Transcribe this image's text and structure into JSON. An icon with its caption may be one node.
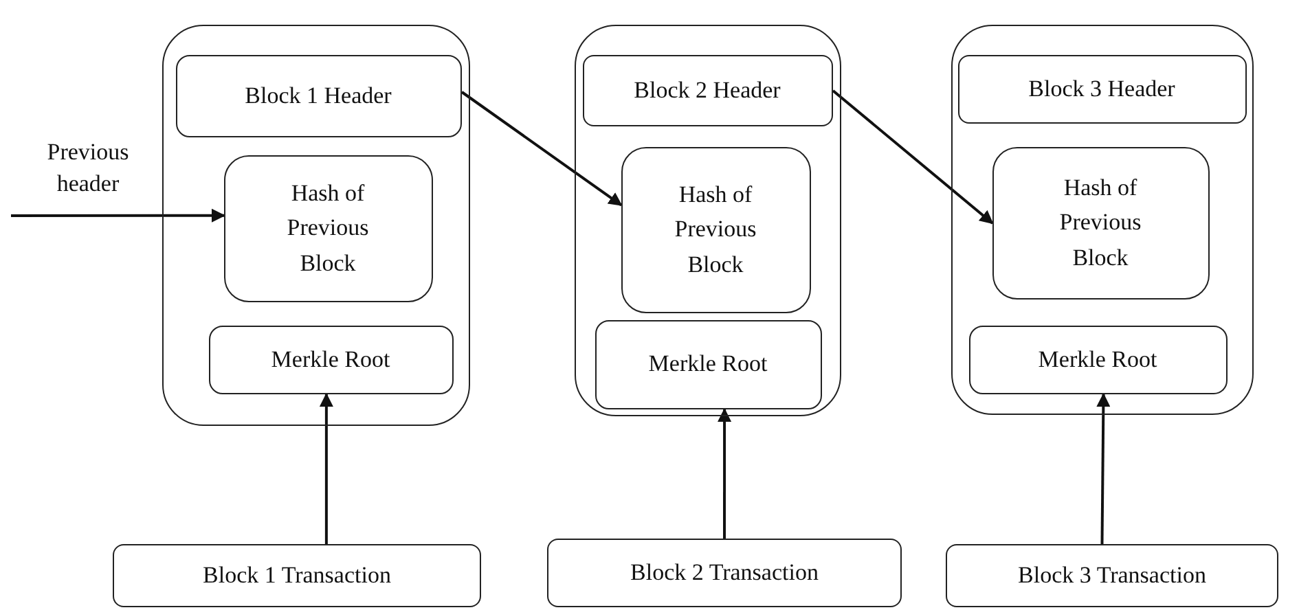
{
  "diagram": {
    "nodes": [
      {
        "text": [],
        "shape": "box"
      },
      {
        "text": [
          "Block 1 Header"
        ],
        "in": 0
      },
      {
        "text": [
          "Hash of Previous Block"
        ],
        "in": 0
      },
      {
        "text": [
          "Merkle Root"
        ],
        "in": 0
      },
      {
        "text": [],
        "shape": "box"
      },
      {
        "text": [
          "Block 2 Header"
        ],
        "in": 4
      },
      {
        "text": [
          "Hash of Previous Block"
        ],
        "in": 4
      },
      {
        "text": [
          "Merkle Root"
        ],
        "in": 4
      },
      {
        "text": [],
        "shape": "box"
      },
      {
        "text": [
          "Block 3 Header"
        ],
        "in": 8
      },
      {
        "text": [
          "Hash of Previous Block"
        ],
        "in": 8
      },
      {
        "text": [
          "Merkle Root"
        ],
        "in": 8
      },
      {
        "text": [
          "Block 1 Transaction"
        ]
      },
      {
        "text": [
          "Block 2 Transaction"
        ]
      },
      {
        "text": [
          "Block 3 Transaction"
        ]
      }
    ],
    "edges": [
      {
        "from": null,
        "to": 2,
        "arrow": "to"
      },
      {
        "from": 1,
        "to": 6,
        "arrow": "to"
      },
      {
        "from": 5,
        "to": 10,
        "arrow": "to"
      },
      {
        "from": 12,
        "to": 3,
        "arrow": "to"
      },
      {
        "from": 13,
        "to": 7,
        "arrow": "to"
      },
      {
        "from": 14,
        "to": 11,
        "arrow": "to"
      }
    ],
    "labels": [
      "Previous header"
    ]
  }
}
